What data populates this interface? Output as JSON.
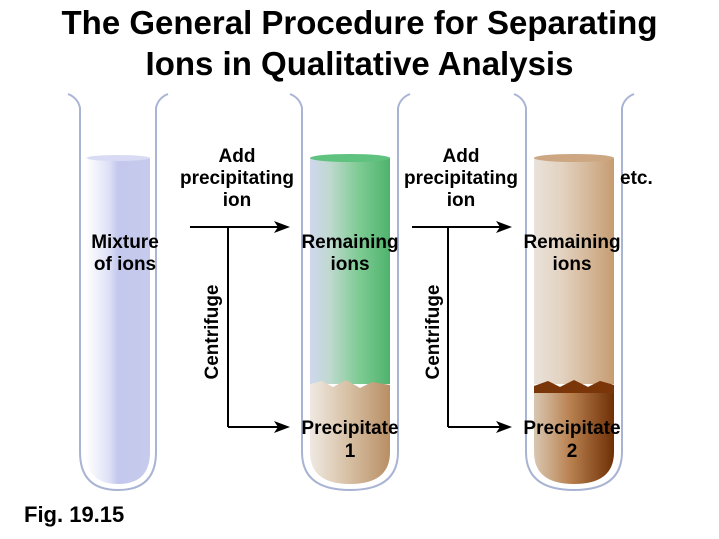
{
  "title": {
    "line1": "The General Procedure for Separating",
    "line2": "Ions in Qualitative Analysis"
  },
  "tubes": [
    {
      "label_line1": "Mixture",
      "label_line2": "of ions"
    },
    {
      "label_line1": "Remaining",
      "label_line2": "ions",
      "precipitate_line1": "Precipitate",
      "precipitate_line2": "1"
    },
    {
      "label_line1": "Remaining",
      "label_line2": "ions",
      "precipitate_line1": "Precipitate",
      "precipitate_line2": "2"
    }
  ],
  "steps": [
    {
      "add_line1": "Add",
      "add_line2": "precipitating",
      "add_line3": "ion",
      "centrifuge": "Centrifuge"
    },
    {
      "add_line1": "Add",
      "add_line2": "precipitating",
      "add_line3": "ion",
      "centrifuge": "Centrifuge"
    }
  ],
  "etc_label": "etc.",
  "figure_caption": "Fig. 19.15",
  "colors": {
    "mixture_liquid": "#c4c8ec",
    "green_liquid": "#58bc78",
    "tan_liquid": "#d3ad88",
    "precipitate_tan": "#c9a27a",
    "precipitate_brown": "#7a3608",
    "tube_outline": "#a9b4d4"
  }
}
